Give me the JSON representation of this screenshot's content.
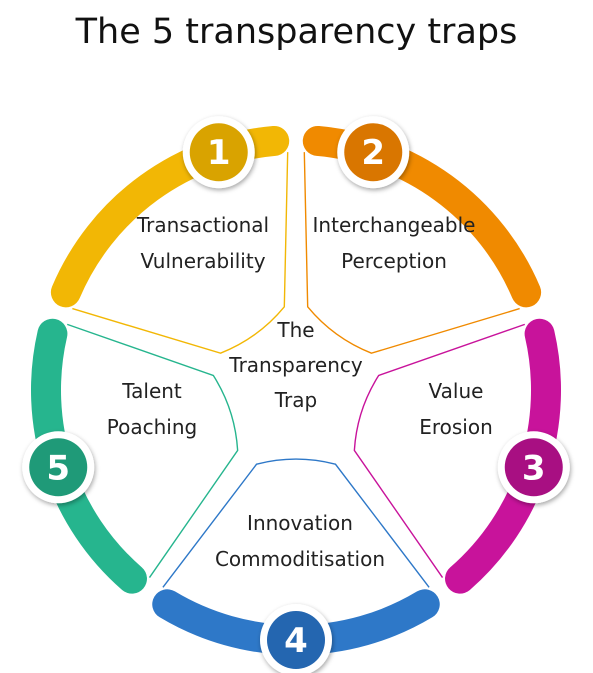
{
  "title": "The 5 transparency traps",
  "center": {
    "lines": [
      "The",
      "Transparency",
      "Trap"
    ]
  },
  "segments": [
    {
      "number": "1",
      "lines": [
        "Transactional",
        "Vulnerability"
      ],
      "color": "#F2B705",
      "dark": "#D9A300"
    },
    {
      "number": "2",
      "lines": [
        "Interchangeable",
        "Perception"
      ],
      "color": "#F08A00",
      "dark": "#D97600"
    },
    {
      "number": "3",
      "lines": [
        "Value",
        "Erosion"
      ],
      "color": "#C8139B",
      "dark": "#A80F82"
    },
    {
      "number": "4",
      "lines": [
        "Innovation",
        "Commoditisation"
      ],
      "color": "#2E78C8",
      "dark": "#2466B0"
    },
    {
      "number": "5",
      "lines": [
        "Talent",
        "Poaching"
      ],
      "color": "#26B58E",
      "dark": "#1F9A78"
    }
  ]
}
